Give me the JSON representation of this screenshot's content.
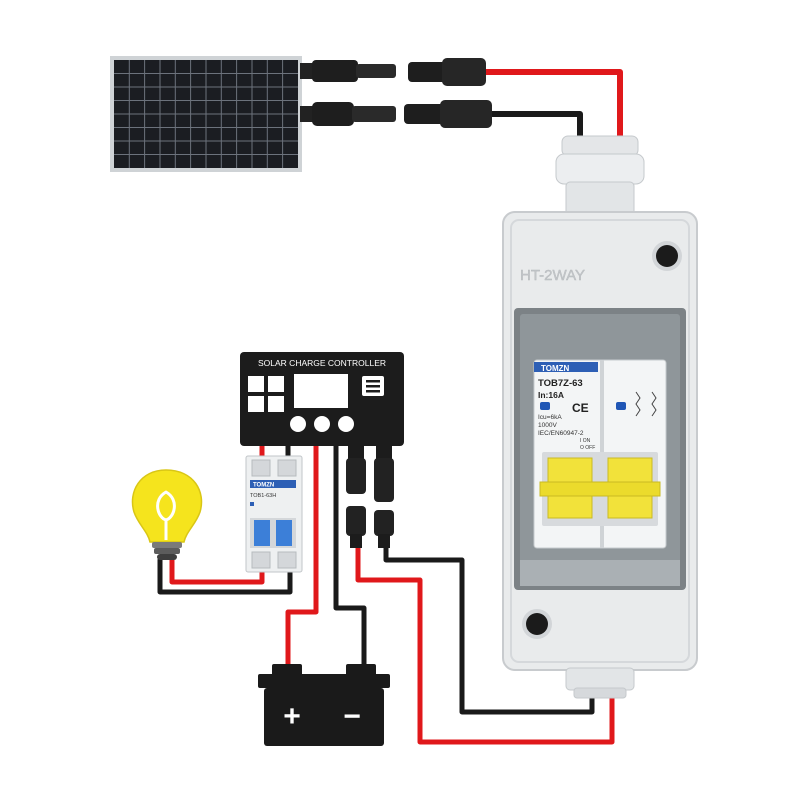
{
  "enclosure": {
    "label": "HT-2WAY"
  },
  "breaker": {
    "brand": "TOMZN",
    "model": "TOB7Z-63",
    "rating": "In:16A",
    "ce_mark": "CE",
    "icu": "Icu=6kA",
    "voltage": "1000V",
    "standard": "IEC/EN60947-2",
    "state_on": "I ON",
    "state_off": "O OFF"
  },
  "controller": {
    "title": "SOLAR CHARGE CONTROLLER"
  },
  "small_breaker": {
    "brand": "TOMZN",
    "model": "TOB1-63H"
  },
  "battery": {
    "positive": "+",
    "negative": "−"
  },
  "colors": {
    "positive_wire": "#e0181b",
    "negative_wire": "#1a1a1a",
    "enclosure": "#e9ebec",
    "breaker_handle": "#f2e23a",
    "bulb": "#f5e41d",
    "controller_body": "#1c1c1c",
    "battery_body": "#1a1a1a"
  },
  "icons": [
    "solar-panel-icon",
    "mc4-connector-icon",
    "light-bulb-icon",
    "battery-icon",
    "breaker-icon",
    "charge-controller-icon"
  ]
}
